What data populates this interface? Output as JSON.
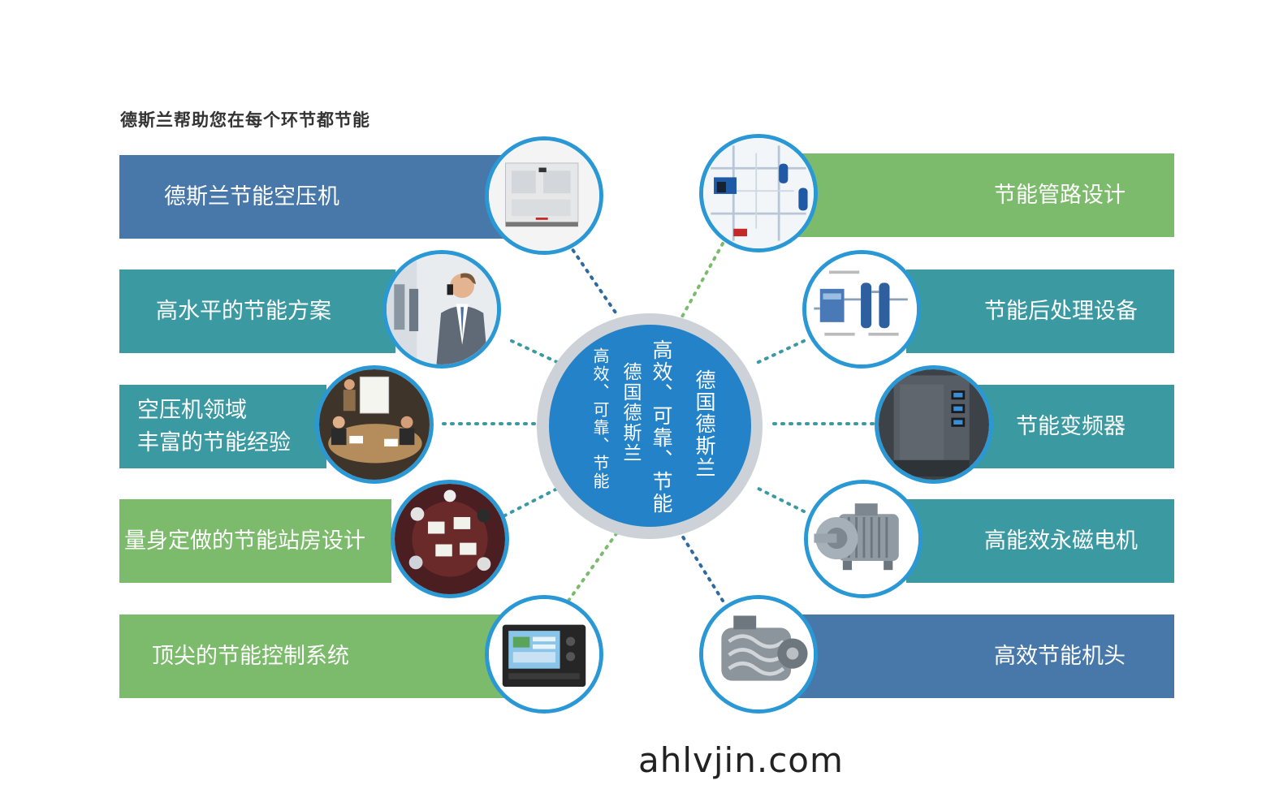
{
  "title": "德斯兰帮助您在每个环节都节能",
  "left_items": [
    {
      "label": "德斯兰节能空压机",
      "color": "blue",
      "icon": "compressor-cabinet-icon"
    },
    {
      "label": "高水平的节能方案",
      "color": "teal",
      "icon": "businessman-phone-icon"
    },
    {
      "label": "空压机领域\n丰富的节能经验",
      "color": "teal",
      "icon": "meeting-presentation-icon"
    },
    {
      "label": "量身定做的节能站房设计",
      "color": "green",
      "icon": "team-table-icon"
    },
    {
      "label": "顶尖的节能控制系统",
      "color": "green",
      "icon": "control-panel-icon"
    }
  ],
  "right_items": [
    {
      "label": "节能管路设计",
      "color": "green",
      "icon": "piping-layout-icon"
    },
    {
      "label": "节能后处理设备",
      "color": "teal",
      "icon": "dryer-equipment-icon"
    },
    {
      "label": "节能变频器",
      "color": "teal",
      "icon": "inverter-cabinet-icon"
    },
    {
      "label": "高能效永磁电机",
      "color": "teal",
      "icon": "pm-motor-icon"
    },
    {
      "label": "高效节能机头",
      "color": "blue",
      "icon": "airend-icon"
    }
  ],
  "hub": {
    "columns": [
      "德国德斯兰",
      "高效、可靠、节能",
      "德国德斯兰",
      "高效、可靠、节能"
    ]
  },
  "footer": "ahlvjin.com",
  "colors": {
    "blue": "#4778a9",
    "teal": "#3b9aa1",
    "green": "#7cbb6c",
    "ring": "#2b98d6",
    "hub": "#2482c8"
  }
}
